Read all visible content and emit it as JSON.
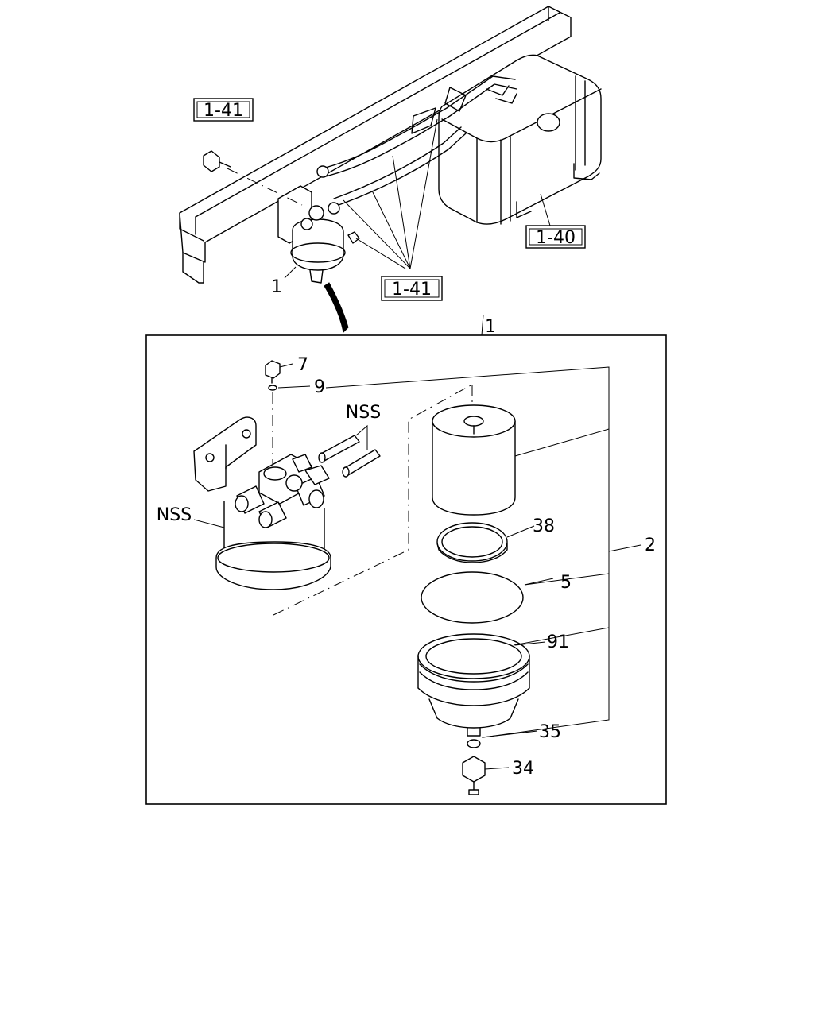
{
  "callouts": {
    "ref_top_left": "1-41",
    "ref_tank": "1-40",
    "ref_lines": "1-41",
    "assembly_top": "1",
    "filter_small": "1",
    "plug": "7",
    "washer": "9",
    "nss_top": "NSS",
    "nss_left": "NSS",
    "element": "2",
    "ring": "38",
    "gasket": "5",
    "bowl": "91",
    "oring": "35",
    "sensor": "34"
  }
}
